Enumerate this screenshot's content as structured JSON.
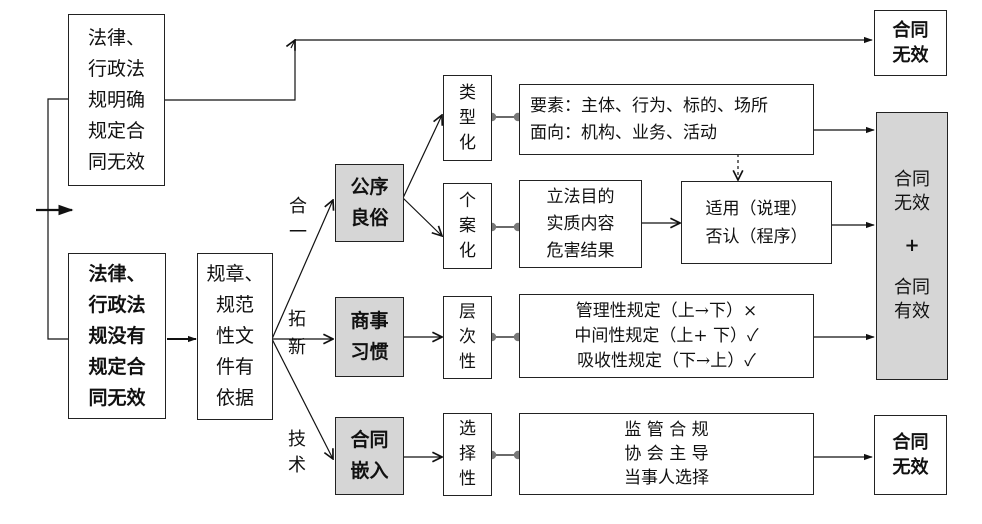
{
  "left_top_box": [
    "法律、",
    "行政法",
    "规明确",
    "规定合",
    "同无效"
  ],
  "left_bottom_box": [
    "法律、",
    "行政法",
    "规没有",
    "规定合",
    "同无效"
  ],
  "rules_box": [
    "规章、",
    "规范",
    "性文",
    "件有",
    "依据"
  ],
  "branch_labels": {
    "heyi": [
      "合",
      "一"
    ],
    "tuoxin": [
      "拓",
      "新"
    ],
    "jishu": [
      "技",
      "术"
    ]
  },
  "principles": {
    "gongxu": [
      "公序",
      "良俗"
    ],
    "shangshi": [
      "商事",
      "习惯"
    ],
    "hetong": [
      "合同",
      "嵌入"
    ]
  },
  "methods": {
    "leixing": [
      "类",
      "型",
      "化"
    ],
    "gean": [
      "个",
      "案",
      "化"
    ],
    "cengci": [
      "层",
      "次",
      "性"
    ],
    "xuanze": [
      "选",
      "择",
      "性"
    ]
  },
  "details": {
    "elements": [
      "要素：主体、行为、标的、场所",
      "面向：机构、业务、活动"
    ],
    "purpose": [
      "立法目的",
      "实质内容",
      "危害结果"
    ],
    "apply": [
      "适用（说理）",
      "否认（程序）"
    ],
    "levels": [
      "管理性规定（上→下）×",
      "中间性规定（上+ 下）✓",
      "吸收性规定（下→上）✓"
    ],
    "choice": [
      "监 管 合 规",
      "协 会 主 导",
      "当事人选择"
    ]
  },
  "results": {
    "top": [
      "合同",
      "无效"
    ],
    "middle": [
      "合同",
      "无效",
      "+",
      "合同",
      "有效"
    ],
    "bottom": [
      "合同",
      "无效"
    ]
  }
}
